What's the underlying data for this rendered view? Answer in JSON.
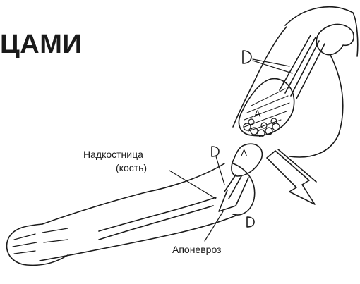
{
  "heading": "ЦАМИ",
  "labels": {
    "periosteum_line1": "Надкостница",
    "periosteum_line2": "(кость)",
    "aponeurosis": "Апоневроз"
  },
  "figure_letters": {
    "muscle_upper": "A",
    "muscle_lower": "A"
  }
}
